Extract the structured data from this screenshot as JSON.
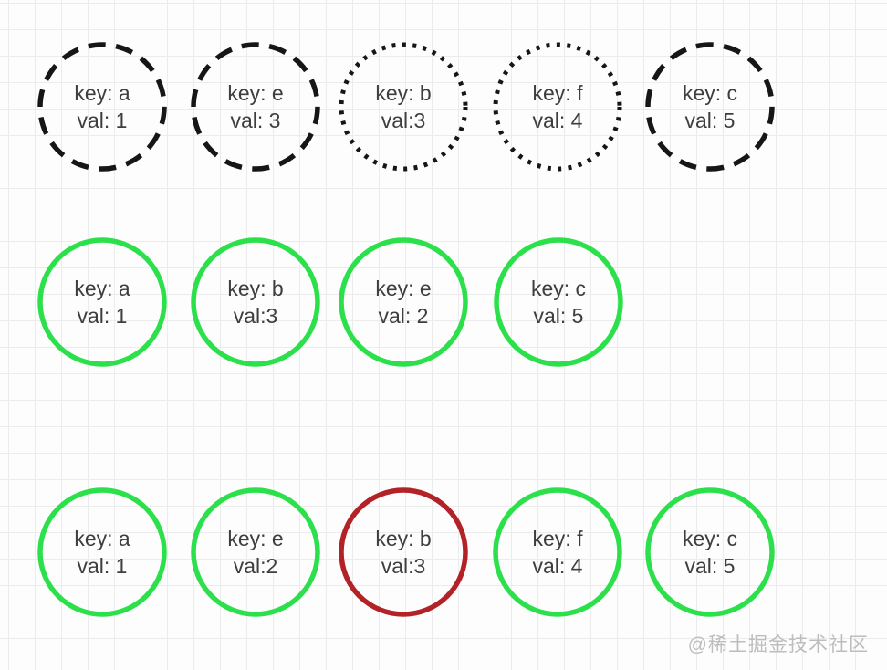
{
  "colors": {
    "dashed_black": "#161616",
    "dotted_black": "#161616",
    "green": "#2be04a",
    "red": "#b22227",
    "text": "#3e3e3e",
    "grid_line": "#ececec",
    "watermark": "#bdbdbd"
  },
  "watermark": {
    "text": "@稀土掘金技术社区"
  },
  "rows": [
    {
      "name": "top-row-dashed-dotted",
      "circles": [
        {
          "key": "key: a",
          "val": "val: 1",
          "border_style": "dashed",
          "border_color": "#161616"
        },
        {
          "key": "key: e",
          "val": "val: 3",
          "border_style": "dashed",
          "border_color": "#161616"
        },
        {
          "key": "key: b",
          "val": "val:3",
          "border_style": "dotted",
          "border_color": "#161616"
        },
        {
          "key": "key: f",
          "val": "val: 4",
          "border_style": "dotted",
          "border_color": "#161616"
        },
        {
          "key": "key: c",
          "val": "val: 5",
          "border_style": "dashed",
          "border_color": "#161616"
        }
      ]
    },
    {
      "name": "middle-row-green",
      "circles": [
        {
          "key": "key: a",
          "val": "val: 1",
          "border_style": "solid",
          "border_color": "#2be04a"
        },
        {
          "key": "key: b",
          "val": "val:3",
          "border_style": "solid",
          "border_color": "#2be04a"
        },
        {
          "key": "key: e",
          "val": "val: 2",
          "border_style": "solid",
          "border_color": "#2be04a"
        },
        {
          "key": "key: c",
          "val": "val: 5",
          "border_style": "solid",
          "border_color": "#2be04a"
        }
      ]
    },
    {
      "name": "bottom-row-green-red",
      "circles": [
        {
          "key": "key: a",
          "val": "val: 1",
          "border_style": "solid",
          "border_color": "#2be04a"
        },
        {
          "key": "key: e",
          "val": "val:2",
          "border_style": "solid",
          "border_color": "#2be04a"
        },
        {
          "key": "key: b",
          "val": "val:3",
          "border_style": "solid",
          "border_color": "#b22227"
        },
        {
          "key": "key: f",
          "val": "val: 4",
          "border_style": "solid",
          "border_color": "#2be04a"
        },
        {
          "key": "key: c",
          "val": "val: 5",
          "border_style": "solid",
          "border_color": "#2be04a"
        }
      ]
    }
  ]
}
